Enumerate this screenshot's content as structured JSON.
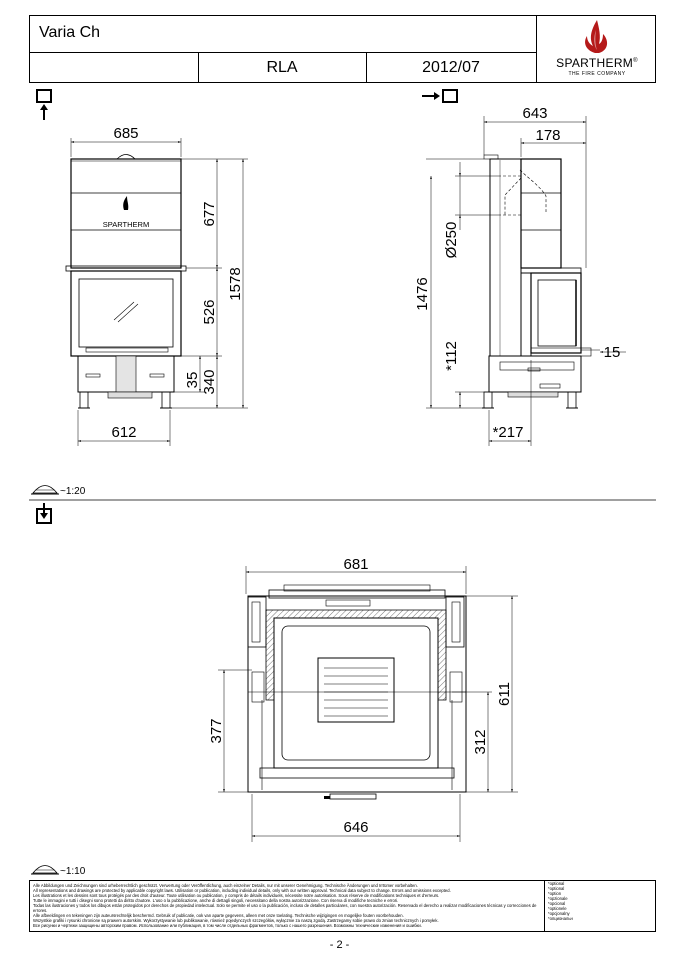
{
  "title_block": {
    "model": "Varia Ch",
    "variant": "RLA",
    "date": "2012/07",
    "brand": "SPARTHERM",
    "registered": "®",
    "tagline": "THE FIRE COMPANY"
  },
  "front_view": {
    "logo_text": "SPARTHERM",
    "dim_width_top": "685",
    "dim_width_bottom": "612",
    "dim_677": "677",
    "dim_526": "526",
    "dim_35": "35",
    "dim_340": "340",
    "dim_1578": "1578"
  },
  "side_view": {
    "dim_643": "643",
    "dim_178": "178",
    "dim_diameter": "Ø250",
    "dim_1476": "1476",
    "dim_112": "*112",
    "dim_15": "15",
    "dim_217": "*217"
  },
  "scale_top": "~1:20",
  "plan_view": {
    "dim_681": "681",
    "dim_611": "611",
    "dim_377": "377",
    "dim_312": "312",
    "dim_646": "646"
  },
  "scale_bottom": "~1:10",
  "legal": {
    "lines": [
      "Alle Abbildungen und Zeichnungen sind urheberrechtlich geschützt. Verwertung oder Veröffentlichung, auch einzelner Details, nur mit unserer Genehmigung. Technische Änderungen und Irrtümer vorbehalten.",
      "All representations and drawings are protected by applicable copyright laws. Utilisation or publication, including individual details, only with our written approval. Technical data subject to change. Errors and omissions excepted.",
      "Les illustrations et les dessins sont tous protégés par des droit d'auteur. Toute utilisation ou publication, y compris de détails individuels, nécessite notre autorisation. Sous réserve de modifications techniques et d'erreurs.",
      "Tutte le immagini e tutti i disegni sono protetti da diritto d'autore. L'uso o la pubblicazione, anche di dettagli singoli, necessitano della nostra autorizzazione. Con riserva di modifiche tecniche e errori.",
      "Todas las ilustraciones y todos los dibujos están protegidos por derechos de propiedad intelectual. Solo se permite el uso o la publicación, incluso de detalles particulares, con nuestra autorización. Reservado el derecho a realizar modificaciones técnicas y correcciones de errores.",
      "Alle afbeeldingen en tekeningen zijn auteursrechtelijk beschermd. Gebruik of publicatie, ook van aparte gegevens, alleen met onze toelating. Technische wijzigingen en mogelijke fouten voorbehouden.",
      "Wszystkie grafiki i rysunki chronione są prawem autorskim. Wykorzystywanie lub publikowanie, również pojedynczych szczegółów, wyłącznie za naszą zgodą. Zastrzegamy sobie prawo do zmian technicznych i pomyłek.",
      "Все рисунки и чертежи защищены авторским правом. Использование или публикация, в том числе отдельных фрагментов, только с нашего разрешения. Возможны технические изменения и ошибки."
    ],
    "options": [
      "*optional",
      "*optional",
      "*option",
      "*opzionale",
      "*opcional",
      "*optionele",
      "*opcjonalny",
      "*опциональн"
    ]
  },
  "page_number": "- 2 -"
}
